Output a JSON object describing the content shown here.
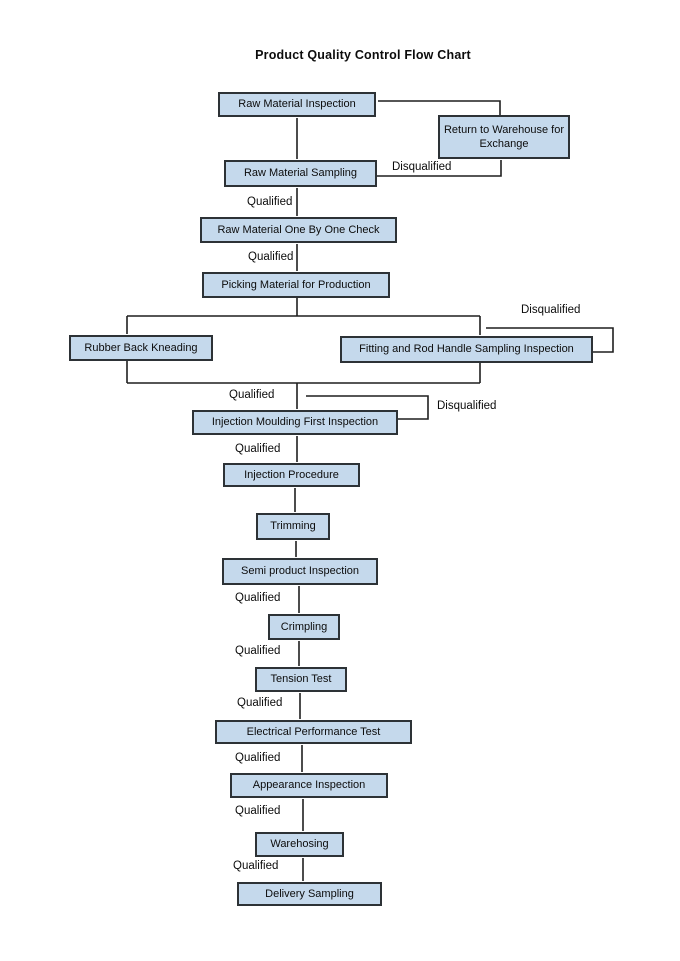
{
  "title": "Product Quality Control Flow Chart",
  "colors": {
    "box_fill": "#c5d9ec",
    "box_border": "#2d3236",
    "connector": "#1f1f1f",
    "text": "#0c0c0c",
    "background": "#ffffff"
  },
  "nodes": {
    "raw_material_inspection": {
      "label": "Raw Material Inspection"
    },
    "return_to_warehouse": {
      "label": "Return to Warehouse for Exchange"
    },
    "raw_material_sampling": {
      "label": "Raw Material Sampling"
    },
    "raw_material_one_by_one_check": {
      "label": "Raw Material One By One Check"
    },
    "picking_material": {
      "label": "Picking Material for Production"
    },
    "rubber_back_kneading": {
      "label": "Rubber Back Kneading"
    },
    "fitting_rod_handle": {
      "label": "Fitting and Rod Handle Sampling Inspection"
    },
    "injection_moulding_first": {
      "label": "Injection Moulding First Inspection"
    },
    "injection_procedure": {
      "label": "Injection Procedure"
    },
    "trimming": {
      "label": "Trimming"
    },
    "semi_product_inspection": {
      "label": "Semi product Inspection"
    },
    "crimpling": {
      "label": "Crimpling"
    },
    "tension_test": {
      "label": "Tension Test"
    },
    "electrical_performance_test": {
      "label": "Electrical Performance Test"
    },
    "appearance_inspection": {
      "label": "Appearance Inspection"
    },
    "warehosing": {
      "label": "Warehosing"
    },
    "delivery_sampling": {
      "label": "Delivery Sampling"
    }
  },
  "edge_labels": {
    "qualified": "Qualified",
    "disqualified": "Disqualified"
  }
}
